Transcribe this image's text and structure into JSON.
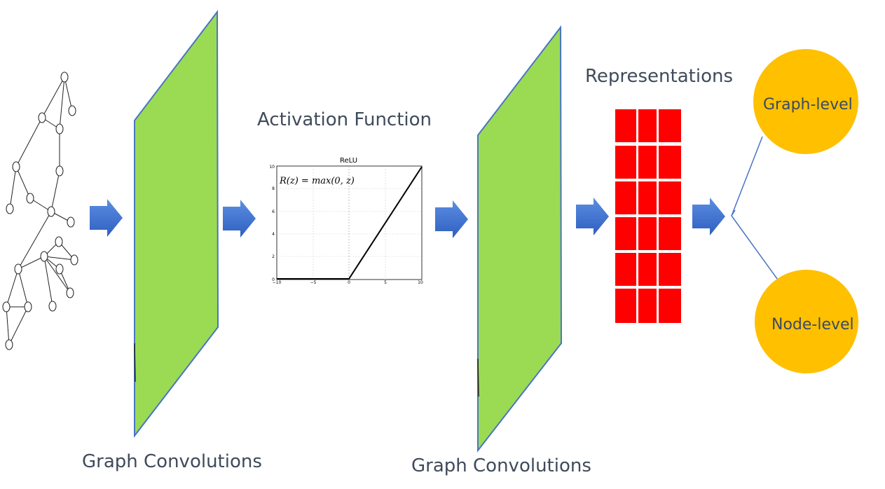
{
  "diagram": {
    "activation_title": "Activation Function",
    "representations_title": "Representations",
    "conv_label_1": "Graph Convolutions",
    "conv_label_2": "Graph Convolutions",
    "outputs": {
      "graph_level": "Graph-level",
      "node_level": "Node-level"
    },
    "relu_plot": {
      "title": "ReLU",
      "equation": "R(z) = max(0,  z)",
      "x_ticks": [
        "−10",
        "−5",
        "0",
        "5",
        "10"
      ],
      "y_ticks": [
        "0",
        "2",
        "4",
        "6",
        "8",
        "10"
      ]
    },
    "colors": {
      "layer_fill": "#9bdb53",
      "layer_stroke": "#4a74c4",
      "arrow": "#3f6fcf",
      "representation": "#ff0000",
      "output_circle": "#ffc000",
      "text": "#3f4b5b"
    }
  }
}
